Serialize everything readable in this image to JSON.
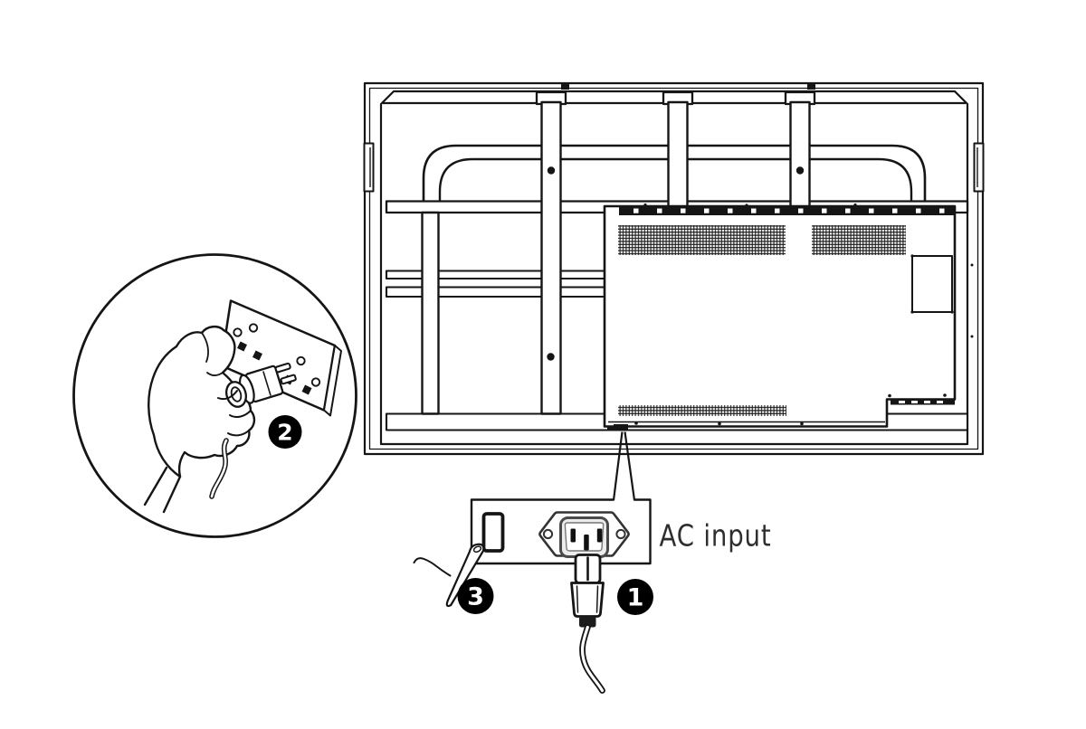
{
  "labels": {
    "ac_input": "AC input"
  },
  "badges": [
    {
      "number": "1"
    },
    {
      "number": "2"
    },
    {
      "number": "3"
    }
  ],
  "colors": {
    "line": "#151515",
    "background": "#ffffff",
    "badge_bg": "#000000",
    "badge_fg": "#ffffff"
  }
}
